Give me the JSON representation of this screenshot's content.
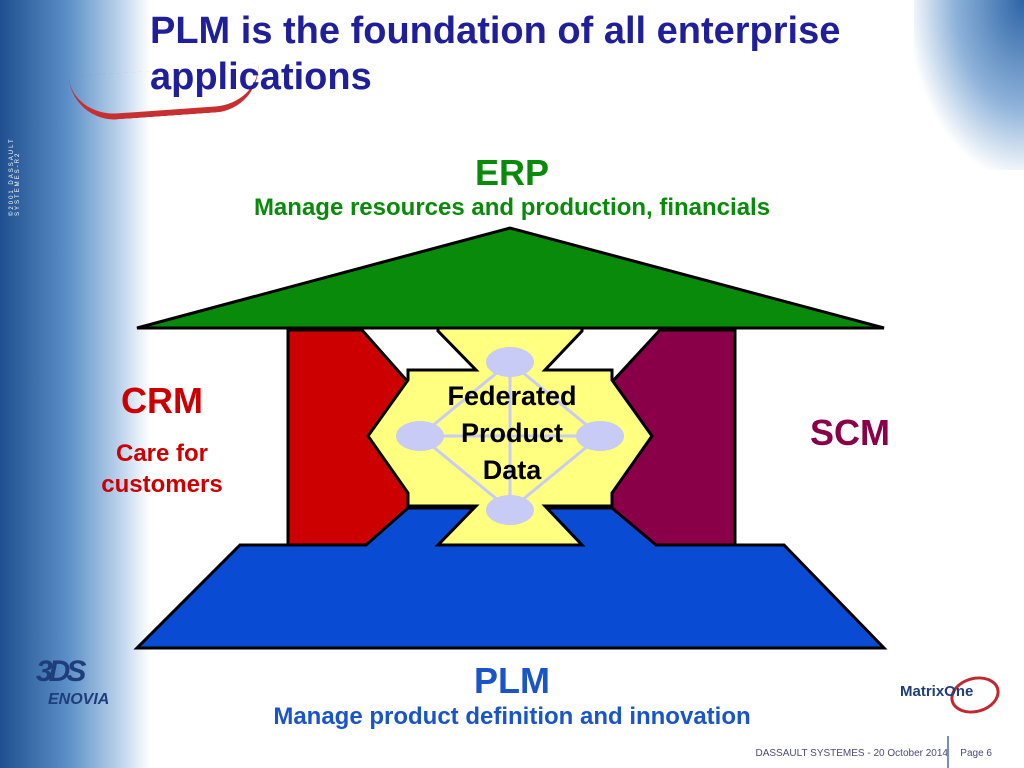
{
  "slide": {
    "title_line1": "PLM is the foundation of all enterprise",
    "title_line2": "applications",
    "side_text": "©2001 DASSAULT SYSTEMES-R2"
  },
  "diagram": {
    "erp": {
      "title": "ERP",
      "subtitle": "Manage resources and production, financials"
    },
    "crm": {
      "title": "CRM",
      "subtitle_line1": "Care for",
      "subtitle_line2": "customers"
    },
    "scm": {
      "title": "SCM"
    },
    "plm": {
      "title": "PLM",
      "subtitle": "Manage product definition and innovation"
    },
    "center": {
      "line1": "Federated",
      "line2": "Product",
      "line3": "Data"
    },
    "colors": {
      "erp": "#0a8a0a",
      "crm": "#cc0000",
      "scm": "#8a0048",
      "plm": "#0a4bd4",
      "center": "#ffff80",
      "node": "#c8cbf5"
    }
  },
  "logos": {
    "left_mark": "3DS",
    "left_brand": "ENOVIA",
    "right_brand": "MatrixOne"
  },
  "footer": {
    "text": "DASSAULT SYSTEMES - 20 October 2014",
    "page": "Page 6"
  }
}
